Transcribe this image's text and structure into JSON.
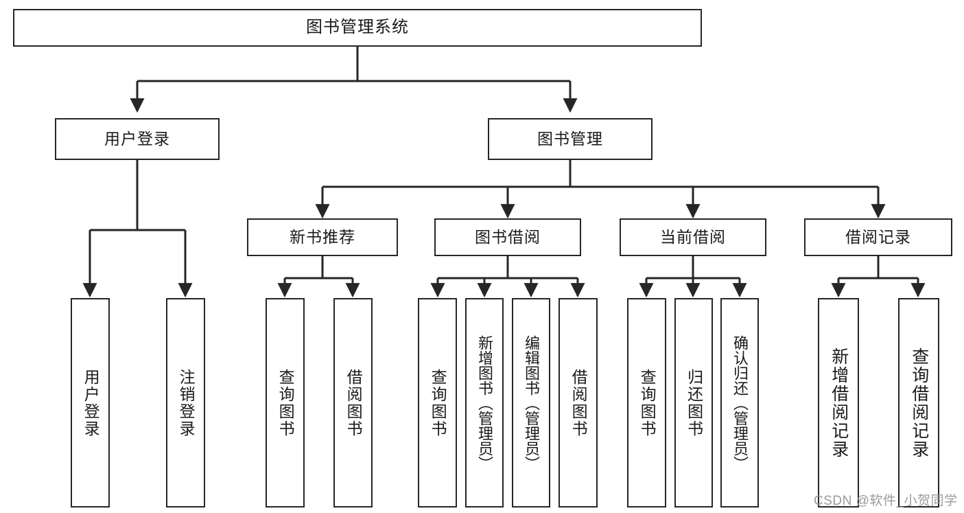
{
  "diagram": {
    "title": "图书管理系统",
    "type": "tree-hierarchy-chart",
    "root": {
      "label": "图书管理系统"
    },
    "level2": [
      {
        "label": "用户登录"
      },
      {
        "label": "图书管理"
      }
    ],
    "level3": [
      {
        "label": "新书推荐"
      },
      {
        "label": "图书借阅"
      },
      {
        "label": "当前借阅"
      },
      {
        "label": "借阅记录"
      }
    ],
    "leaves": [
      {
        "label": "用户登录",
        "parent": "用户登录"
      },
      {
        "label": "注销登录",
        "parent": "用户登录"
      },
      {
        "label": "查询图书",
        "parent": "新书推荐"
      },
      {
        "label": "借阅图书",
        "parent": "新书推荐"
      },
      {
        "label": "查询图书",
        "parent": "图书借阅"
      },
      {
        "label": "新增图书（管理员）",
        "parent": "图书借阅"
      },
      {
        "label": "编辑图书（管理员）",
        "parent": "图书借阅"
      },
      {
        "label": "借阅图书",
        "parent": "图书借阅"
      },
      {
        "label": "查询图书",
        "parent": "当前借阅"
      },
      {
        "label": "归还图书",
        "parent": "当前借阅"
      },
      {
        "label": "确认归还（管理员）",
        "parent": "当前借阅"
      },
      {
        "label": "新增借阅记录",
        "parent": "借阅记录"
      },
      {
        "label": "查询借阅记录",
        "parent": "借阅记录"
      }
    ],
    "watermark": "CSDN @软件_小贺同学",
    "colors": {
      "stroke": "#262626",
      "background": "#ffffff",
      "text": "#1a1a1a",
      "watermark": "#9a9a9a"
    }
  }
}
